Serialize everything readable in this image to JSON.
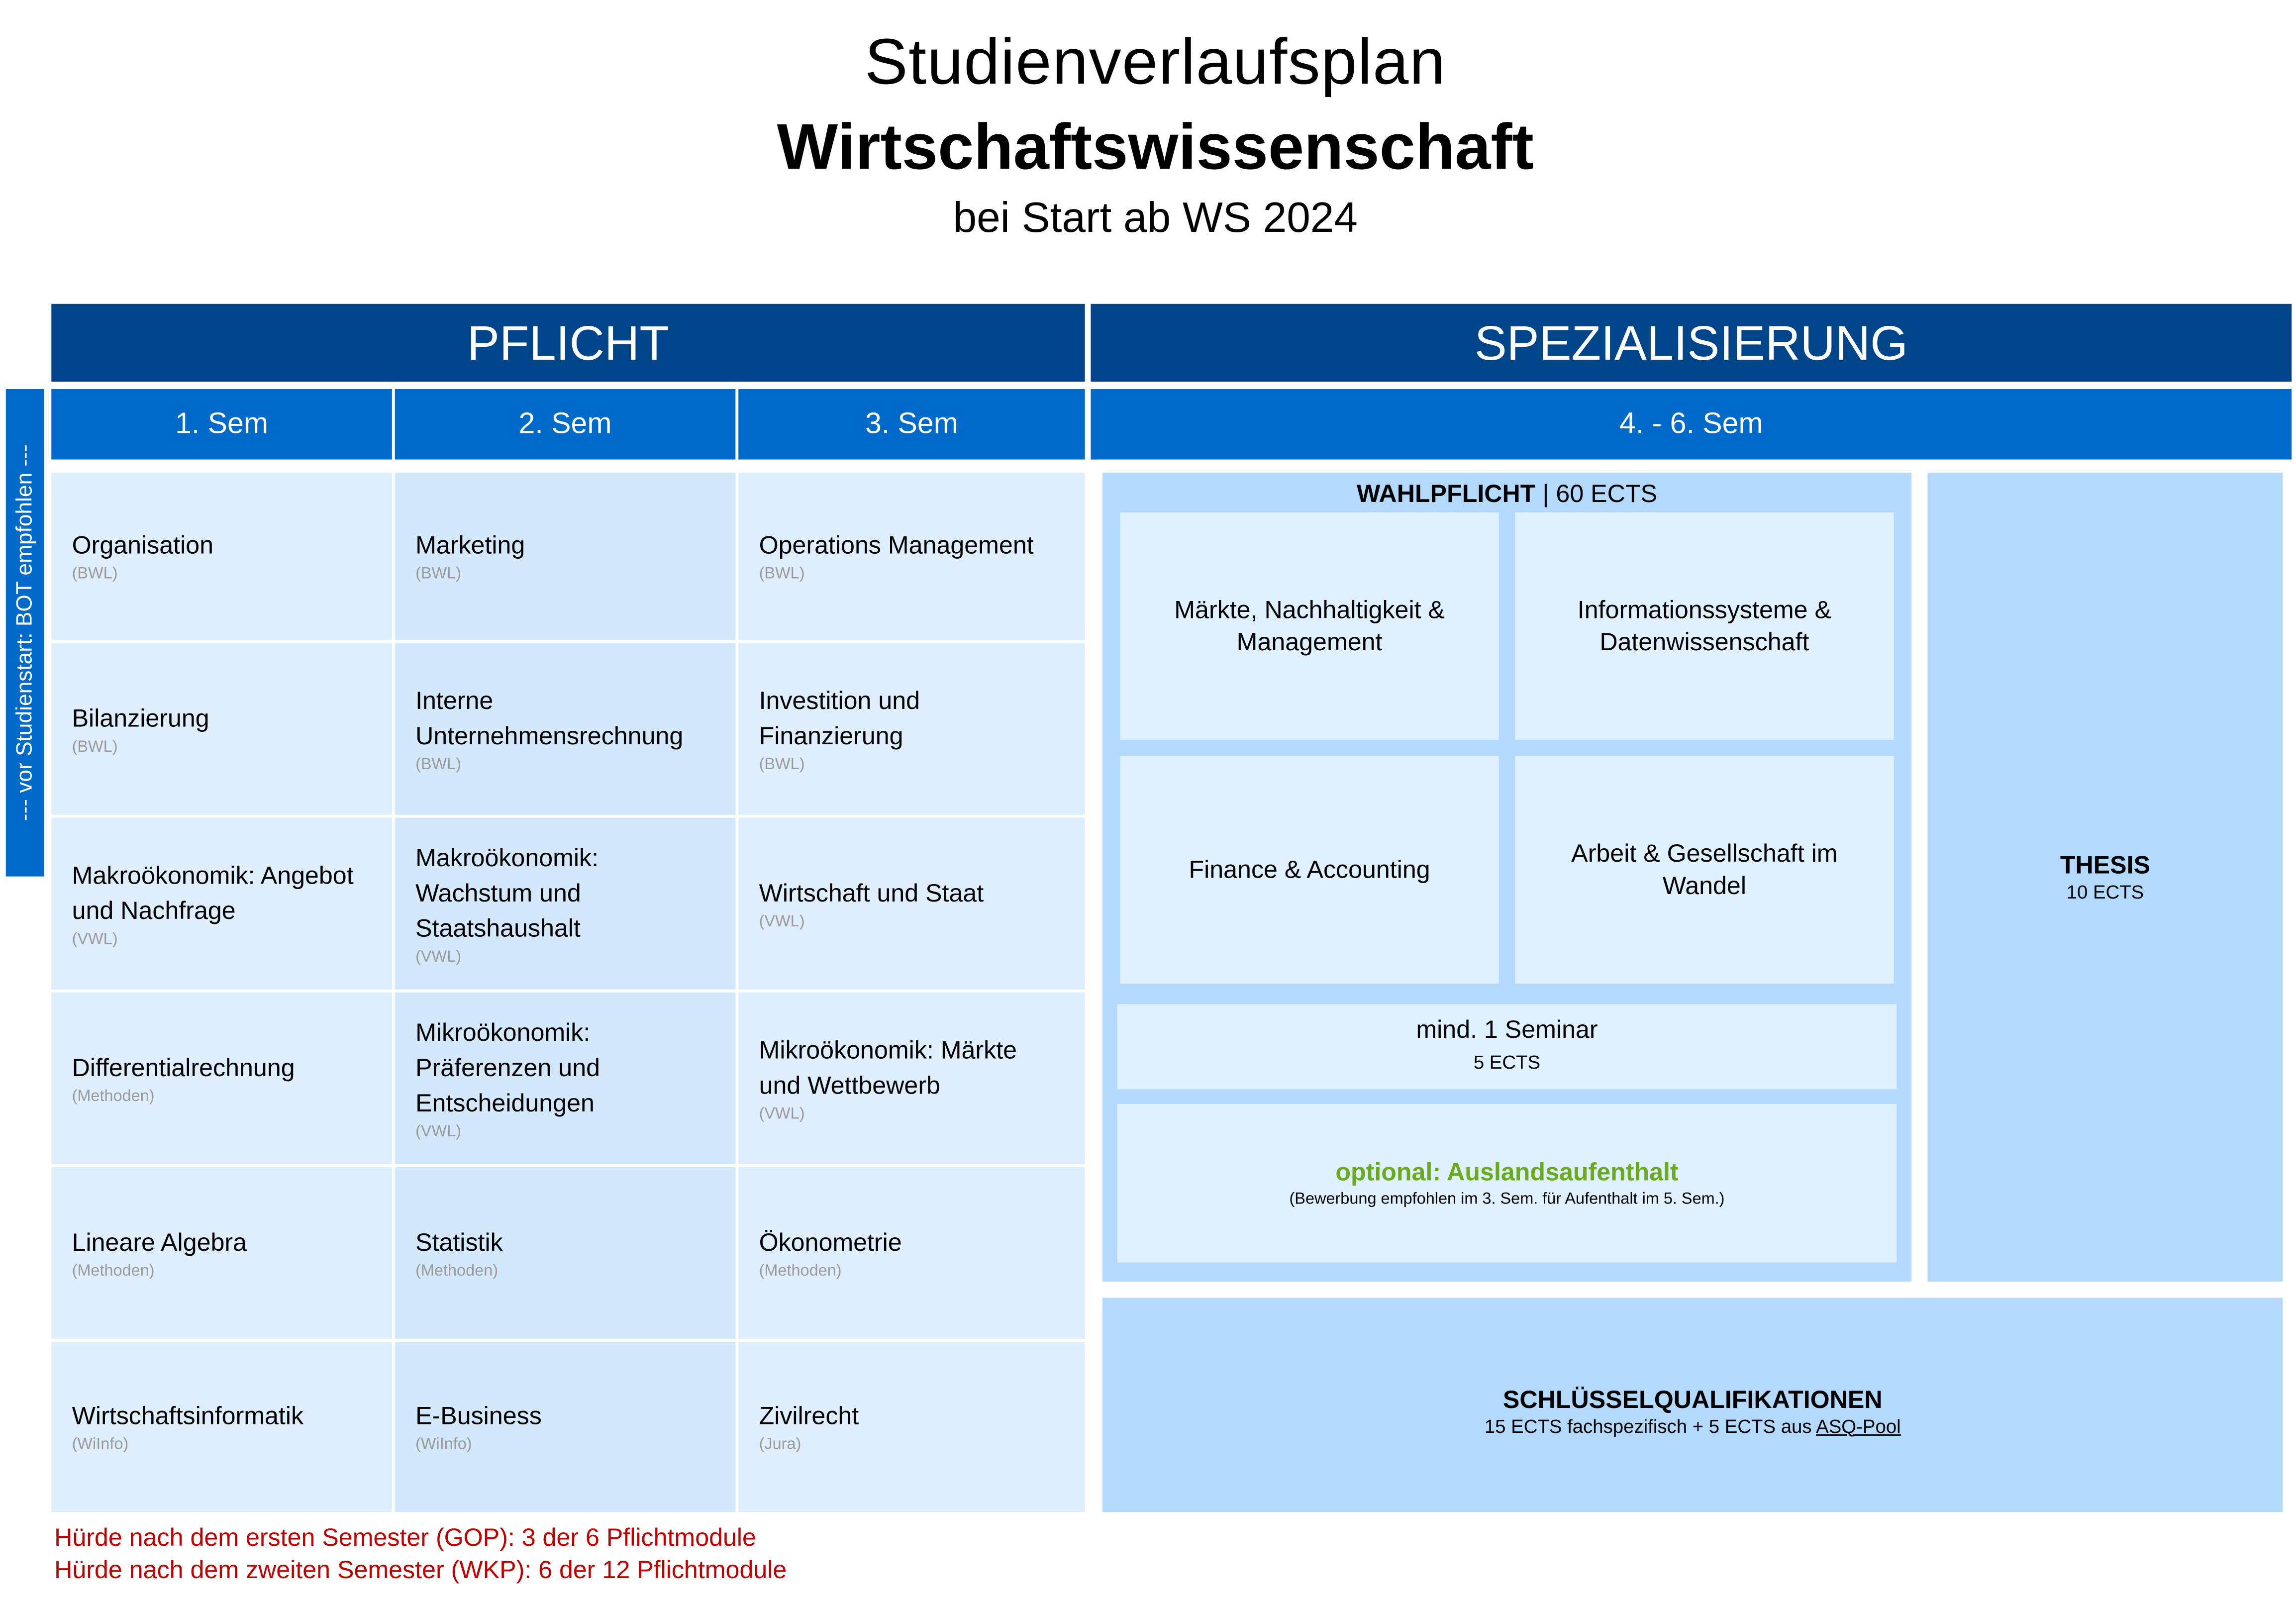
{
  "title": {
    "line1": "Studienverlaufsplan",
    "line2": "Wirtschaftswissenschaft",
    "line3": "bei Start ab WS 2024"
  },
  "headers": {
    "pflicht": "PFLICHT",
    "spezialisierung": "SPEZIALISIERUNG"
  },
  "semesters": [
    "1. Sem",
    "2. Sem",
    "3. Sem",
    "4. - 6. Sem"
  ],
  "side_note": "--- vor Studienstart: BOT empfohlen ---",
  "modules": [
    [
      {
        "name": "Organisation",
        "area": "(BWL)"
      },
      {
        "name": "Marketing",
        "area": "(BWL)"
      },
      {
        "name": "Operations Management",
        "area": "(BWL)"
      }
    ],
    [
      {
        "name": "Bilanzierung",
        "area": "(BWL)"
      },
      {
        "name": "Interne Unternehmensrechnung",
        "area": "(BWL)"
      },
      {
        "name": "Investition und Finanzierung",
        "area": "(BWL)"
      }
    ],
    [
      {
        "name": "Makroökonomik: Angebot und Nachfrage",
        "area": "(VWL)"
      },
      {
        "name": "Makroökonomik: Wachstum und Staatshaushalt",
        "area": "(VWL)"
      },
      {
        "name": "Wirtschaft und Staat",
        "area": "(VWL)"
      }
    ],
    [
      {
        "name": "Differentialrechnung",
        "area": "(Methoden)"
      },
      {
        "name": "Mikroökonomik: Präferenzen und Entscheidungen",
        "area": "(VWL)"
      },
      {
        "name": "Mikroökonomik: Märkte und Wettbewerb",
        "area": "(VWL)"
      }
    ],
    [
      {
        "name": "Lineare Algebra",
        "area": "(Methoden)"
      },
      {
        "name": "Statistik",
        "area": "(Methoden)"
      },
      {
        "name": "Ökonometrie",
        "area": "(Methoden)"
      }
    ],
    [
      {
        "name": "Wirtschaftsinformatik",
        "area": "(WiInfo)"
      },
      {
        "name": "E-Business",
        "area": "(WiInfo)"
      },
      {
        "name": "Zivilrecht",
        "area": "(Jura)"
      }
    ]
  ],
  "wahlpflicht": {
    "label": "WAHLPFLICHT",
    "sep": "|",
    "ects": "60 ECTS",
    "areas": [
      "Märkte, Nachhaltigkeit & Management",
      "Informationssysteme & Datenwissenschaft",
      "Finance & Accounting",
      "Arbeit & Gesellschaft im Wandel"
    ],
    "seminar": {
      "label": "mind. 1 Seminar",
      "ects": "5 ECTS"
    },
    "abroad": {
      "label": "optional: Auslandsaufenthalt",
      "note": "(Bewerbung empfohlen im 3. Sem. für Aufenthalt im 5. Sem.)"
    }
  },
  "thesis": {
    "label": "THESIS",
    "ects": "10 ECTS"
  },
  "schluessel": {
    "label": "SCHLÜSSELQUALIFIKATIONEN",
    "text": "15 ECTS fachspezifisch + 5 ECTS aus",
    "link": "ASQ-Pool"
  },
  "hurdles": [
    "Hürde nach dem ersten Semester (GOP): 3 der 6 Pflichtmodule",
    "Hürde nach dem zweiten Semester (WKP): 6 der 12 Pflichtmodule"
  ],
  "colors": {
    "dark_blue": "#004489",
    "blue": "#006acb",
    "light": "#dfeefd",
    "mid": "#b3d9fd",
    "green": "#6aaa1e",
    "red": "#c00000"
  }
}
